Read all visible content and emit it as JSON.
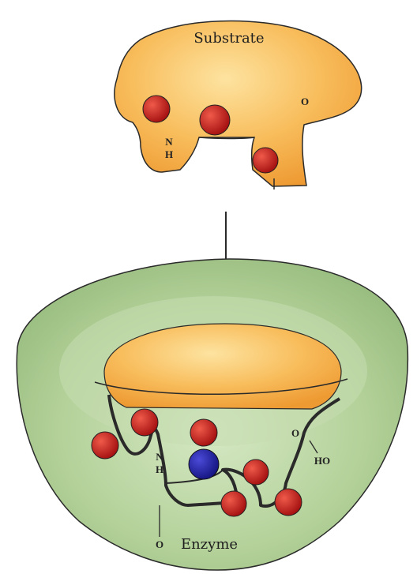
{
  "diagram": {
    "substrate_label": "Substrate",
    "enzyme_label": "Enzyme",
    "substrate_groups": {
      "nh": [
        "N",
        "H"
      ],
      "o": "O"
    },
    "enzyme_groups": {
      "nh": [
        "N",
        "H"
      ],
      "o_top": "O",
      "ho": "HO",
      "o_bottom": "O"
    }
  },
  "colors": {
    "substrate_fill": "#f6b04a",
    "substrate_highlight": "#fde3a0",
    "enzyme_fill": "#a9c98f",
    "enzyme_inner": "#c8dfb4",
    "outline": "#2a2a2a",
    "red_bead": "#c41818",
    "blue_bead": "#1d1d9e"
  }
}
